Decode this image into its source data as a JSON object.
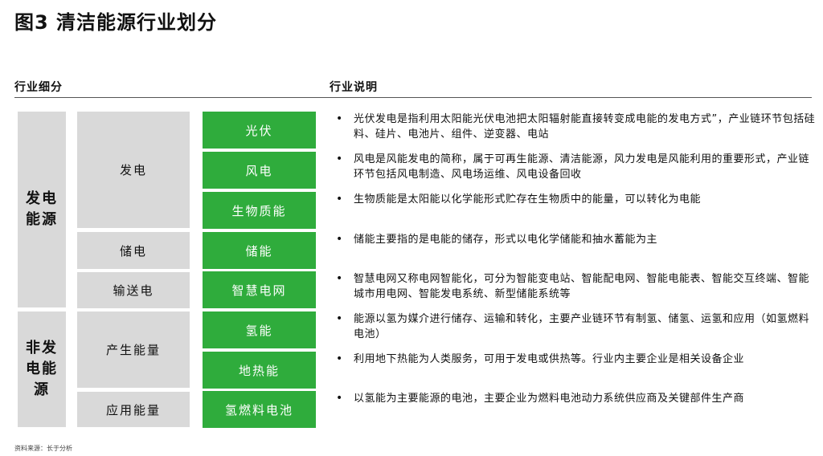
{
  "title": "图3 清洁能源行业划分",
  "headers": {
    "left": "行业细分",
    "right": "行业说明"
  },
  "categories": {
    "power_energy": "发电\n能源",
    "non_power_energy": "非发\n电能\n源"
  },
  "subcategories": {
    "generation": "发电",
    "storage": "储电",
    "transmission": "输送电",
    "produce_energy": "产生能量",
    "apply_energy": "应用能量"
  },
  "items": [
    {
      "label": "光伏",
      "desc": "光伏发电是指利用太阳能光伏电池把太阳辐射能直接转变成电能的发电方式”，产业链环节包括硅料、硅片、电池片、组件、逆变器、电站"
    },
    {
      "label": "风电",
      "desc": "风电是风能发电的简称，属于可再生能源、清洁能源，风力发电是风能利用的重要形式，产业链环节包括风电制造、风电场运维、风电设备回收"
    },
    {
      "label": "生物质能",
      "desc": "生物质能是太阳能以化学能形式贮存在生物质中的能量，可以转化为电能"
    },
    {
      "label": "储能",
      "desc": "储能主要指的是电能的储存，形式以电化学储能和抽水蓄能为主"
    },
    {
      "label": "智慧电网",
      "desc": "智慧电网又称电网智能化，可分为智能变电站、智能配电网、智能电能表、智能交互终端、智能城市用电网、智能发电系统、新型储能系统等"
    },
    {
      "label": "氢能",
      "desc": "能源以氢为媒介进行储存、运输和转化，主要产业链环节有制氢、储氢、运氢和应用（如氢燃料电池）"
    },
    {
      "label": "地热能",
      "desc": "利用地下热能为人类服务，可用于发电或供热等。行业内主要企业是相关设备企业"
    },
    {
      "label": "氢燃料电池",
      "desc": "以氢能为主要能源的电池，主要企业为燃料电池动力系统供应商及关键部件生产商"
    }
  ],
  "bullet": "•",
  "source": "资料来源：长于分析",
  "colors": {
    "green": "#2fac3c",
    "gray": "#d9d9d9"
  }
}
